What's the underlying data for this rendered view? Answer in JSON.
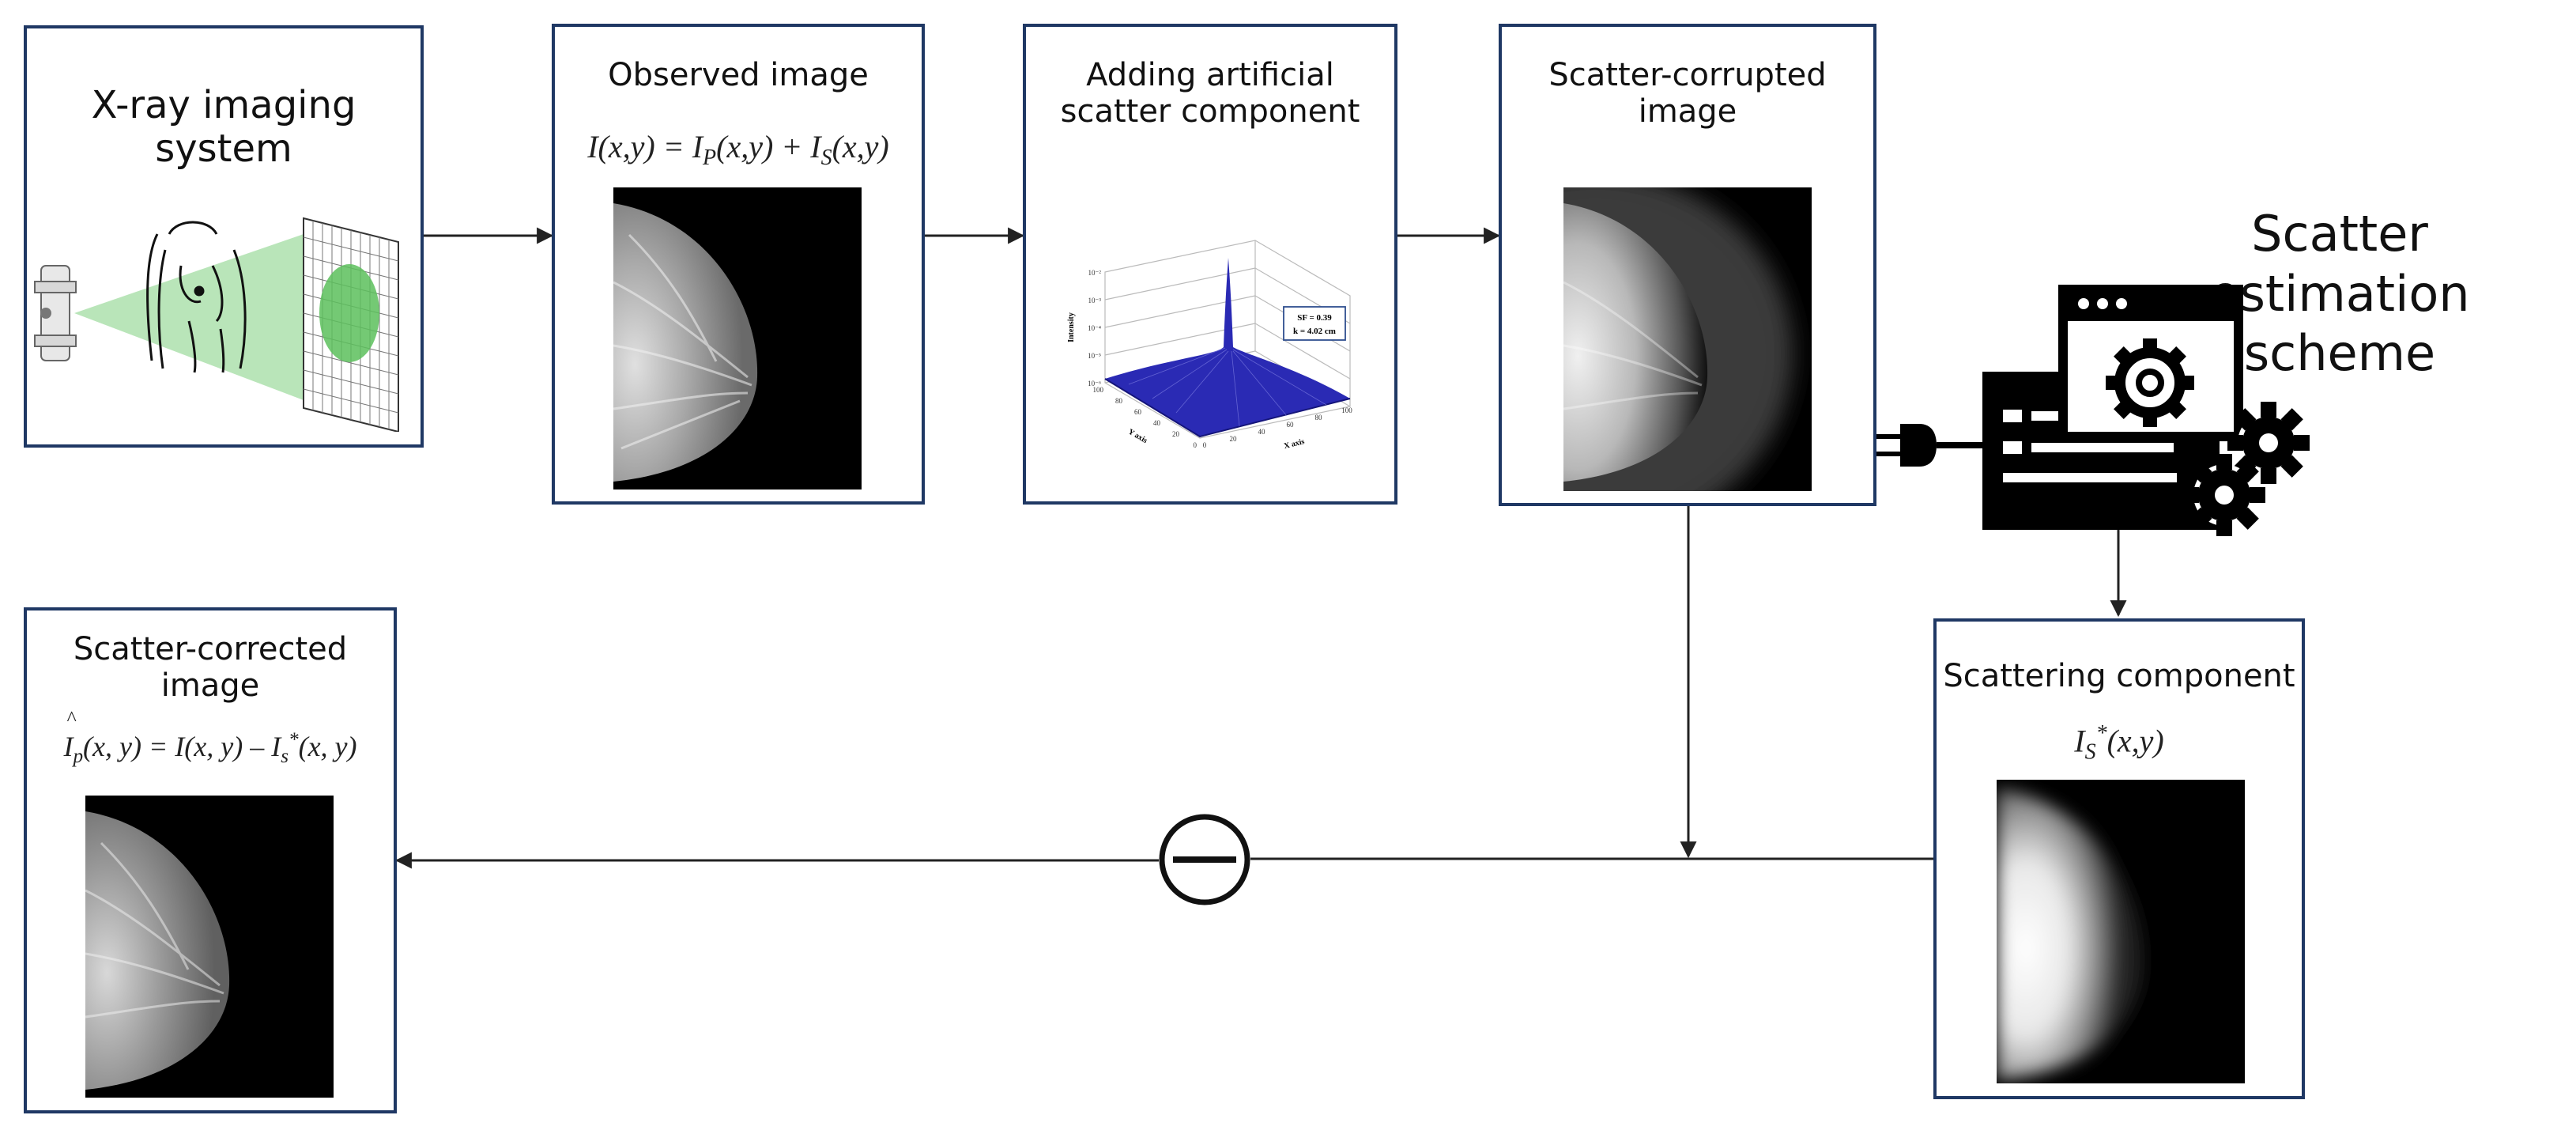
{
  "diagram": {
    "boxes": {
      "xray": {
        "title_line1": "X-ray imaging",
        "title_line2": "system"
      },
      "observed": {
        "title": "Observed image",
        "formula": {
          "lhs": "I(x,y) = I",
          "p_sub": "P",
          "mid": "(x,y) + I",
          "s_sub": "S",
          "end": "(x,y)"
        }
      },
      "adding": {
        "title_line1": "Adding artificial",
        "title_line2": "scatter component"
      },
      "corrupted": {
        "title_line1": "Scatter-corrupted",
        "title_line2": "image"
      },
      "component": {
        "title": "Scattering component",
        "formula": {
          "base": "I",
          "sub": "S",
          "sup": "*",
          "end": "(x,y)"
        }
      },
      "corrected": {
        "title_line1": "Scatter-corrected",
        "title_line2": "image",
        "formula": {
          "hat": "^",
          "base": "I",
          "sub": "p",
          "mid": "(x, y) = I(x, y) – I",
          "sub2": "s",
          "sup2": "*",
          "end": "(x, y)"
        }
      }
    },
    "scheme": {
      "title_line1": "Scatter estimation",
      "title_line2": "scheme"
    },
    "plot": {
      "zlabel": "Intensity",
      "xlabel": "X axis",
      "ylabel": "Y axis",
      "annotation_line1": "SF = 0.39",
      "annotation_line2": "k = 4.02 cm",
      "z_ticks": [
        "10⁻²",
        "10⁻³",
        "10⁻⁴",
        "10⁻⁵",
        "10⁻⁶"
      ],
      "x_ticks": [
        "0",
        "20",
        "40",
        "60",
        "80",
        "100"
      ],
      "y_ticks": [
        "100",
        "80",
        "60",
        "40",
        "20",
        "0"
      ],
      "surface_color": "#2a2ab4"
    },
    "operator": {
      "symbol": "minus"
    },
    "colors": {
      "box_border": "#1f3864",
      "beam": "#6cc46c",
      "arrow": "#222222"
    }
  }
}
